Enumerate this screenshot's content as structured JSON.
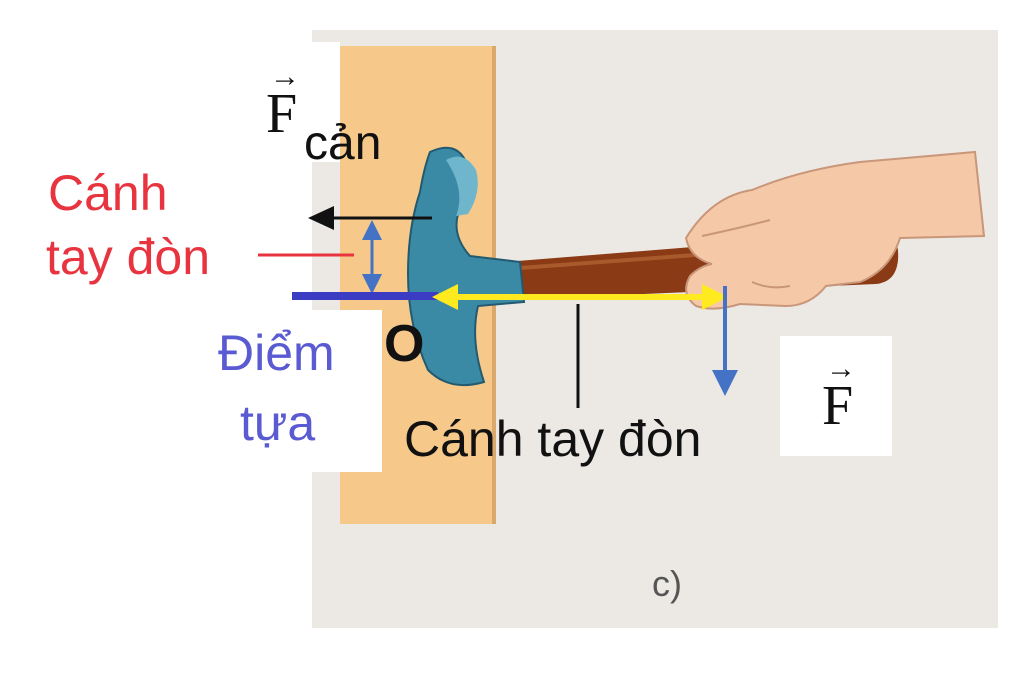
{
  "labels": {
    "f_resist_letter": "F",
    "f_resist_sub": "cản",
    "lever_arm_red_line1": "Cánh",
    "lever_arm_red_line2": "tay đòn",
    "fulcrum_line1": "Điểm",
    "fulcrum_line2": "tựa",
    "point_o": "O",
    "lever_arm_black": "Cánh tay đòn",
    "force_letter": "F",
    "caption": "c)"
  },
  "colors": {
    "wood": "#f6c98a",
    "panel": "#ece9e5",
    "handle": "#8a3a14",
    "hammer_head": "#3a8aa6",
    "skin": "#f5c9a8",
    "red": "#e8343f",
    "blue_label": "#5a5ad2",
    "blue_arrow": "#4472c4",
    "yellow": "#ffe91f",
    "fulcrum_line": "#3b3bc4"
  }
}
